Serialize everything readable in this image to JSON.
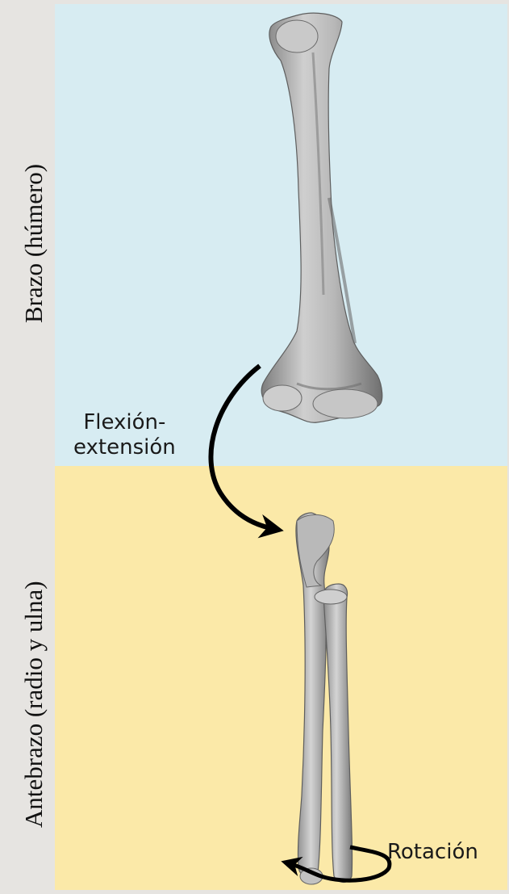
{
  "sections": {
    "upper": {
      "label": "Brazo (húmero)",
      "color": "#d7ecf2"
    },
    "lower": {
      "label": "Antebrazo (radio y ulna)",
      "color": "#fbe9a8"
    }
  },
  "motions": {
    "flexion_line1": "Flexión-",
    "flexion_line2": "extensión",
    "rotation": "Rotación"
  },
  "colors": {
    "bone_light": "#c4c4c4",
    "bone_dark": "#6e6e6e",
    "arrow": "#000000"
  }
}
